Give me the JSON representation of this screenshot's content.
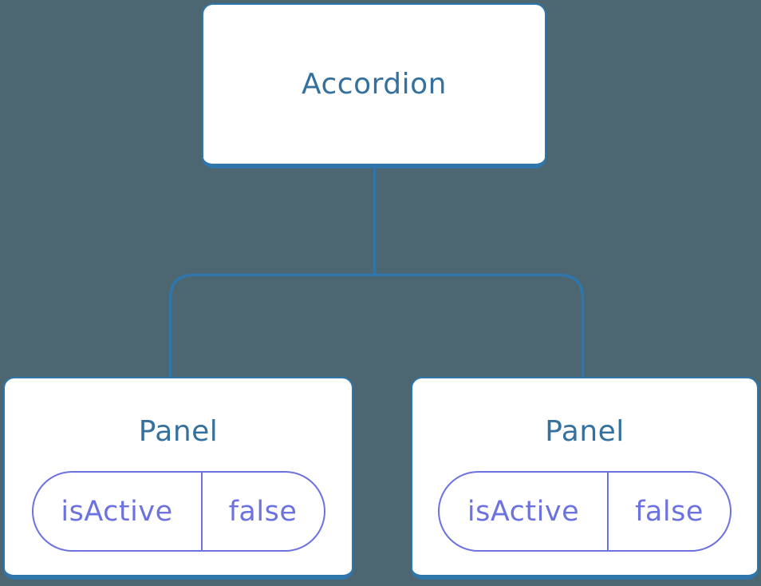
{
  "diagram": {
    "type": "component-tree",
    "colors": {
      "background": "#4C6672",
      "line": "#2F76AC",
      "heading_text": "#35719E",
      "pill": "#6C72DF",
      "box_fill": "#FFFFFF"
    },
    "root": {
      "label": "Accordion"
    },
    "children": [
      {
        "label": "Panel",
        "prop": {
          "name": "isActive",
          "value": "false"
        }
      },
      {
        "label": "Panel",
        "prop": {
          "name": "isActive",
          "value": "false"
        }
      }
    ]
  }
}
